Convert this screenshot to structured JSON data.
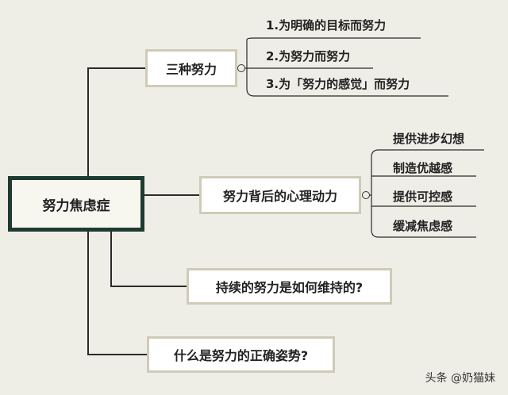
{
  "root": {
    "label": "努力焦虑症"
  },
  "branches": [
    {
      "label": "三种努力",
      "children": [
        "1.为明确的目标而努力",
        "2.为努力而努力",
        "3.为「努力的感觉」而努力"
      ]
    },
    {
      "label": "努力背后的心理动力",
      "children": [
        "提供进步幻想",
        "制造优越感",
        "提供可控感",
        "缓减焦虑感"
      ]
    },
    {
      "label": "持续的努力是如何维持的?",
      "children": []
    },
    {
      "label": "什么是努力的正确姿势?",
      "children": []
    }
  ],
  "watermark": "头条 @奶猫妹",
  "colors": {
    "background": "#efeee6",
    "root_border": "#1e3b31",
    "branch_border": "#cfcbb8",
    "line": "#2a2a2a"
  }
}
